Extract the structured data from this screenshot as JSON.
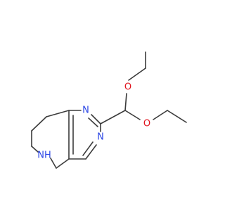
{
  "colors": {
    "background": "#ffffff",
    "bond": "#3b3b3b",
    "nitrogen": "#2b46e6",
    "oxygen": "#e0141e"
  },
  "atoms": {
    "o_upper": "O",
    "o_lower": "O",
    "n_ring_upper": "N",
    "n_ring_lower": "N",
    "nh": "NH"
  }
}
